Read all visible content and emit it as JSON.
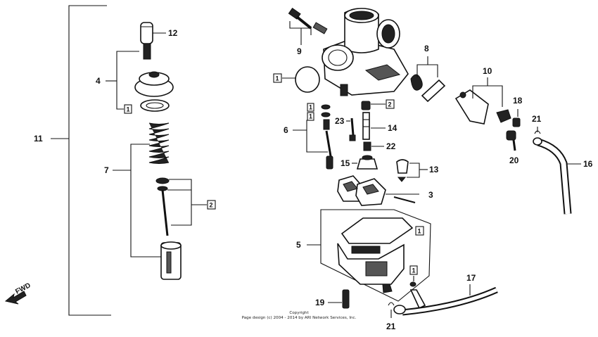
{
  "diagram": {
    "labels": {
      "p1": "1",
      "p2": "2",
      "p3": "3",
      "p4": "4",
      "p5": "5",
      "p6": "6",
      "p7": "7",
      "p8": "8",
      "p9": "9",
      "p10": "10",
      "p11": "11",
      "p12": "12",
      "p13": "13",
      "p14": "14",
      "p15": "15",
      "p16": "16",
      "p17": "17",
      "p18": "18",
      "p19": "19",
      "p20": "20",
      "p21": "21",
      "p22": "22",
      "p23": "23"
    },
    "boxed_refs": [
      "1",
      "2"
    ],
    "direction_label": "FWD",
    "copyright": {
      "line1": "Copyright",
      "line2": "Page design (c) 2004 - 2014 by ARI Network Services, Inc."
    }
  }
}
